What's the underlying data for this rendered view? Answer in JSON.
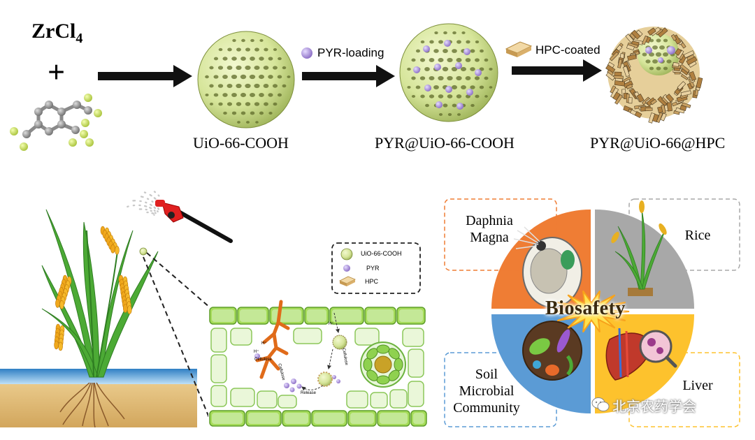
{
  "synthesis": {
    "reagent": "ZrCl",
    "reagent_sub": "4",
    "plus": "+",
    "step1_label": "PYR-loading",
    "step2_label": "HPC-coated",
    "stage1": "UiO-66-COOH",
    "stage2": "PYR@UiO-66-COOH",
    "stage3": "PYR@UiO-66@HPC"
  },
  "legend": {
    "items": [
      "UiO-66-COOH",
      "PYR",
      "HPC"
    ]
  },
  "cell_labels": {
    "h1": "H⁺",
    "h2": "H⁺",
    "h3": "H⁺",
    "cellulose1": "Cellulose",
    "cellulose2": "Cellulose",
    "cellulose3": "Cellulose",
    "release": "Release"
  },
  "biosafety": {
    "center": "Biosafety",
    "daphnia": "Daphnia Magna",
    "rice": "Rice",
    "soil": "Soil Microbial Community",
    "liver": "Liver"
  },
  "colors": {
    "sphere": "#d6e59a",
    "pyr": "#a98bd6",
    "hpc": "#d9b77a",
    "cell_green": "#9bd94f",
    "orange": "#ef7d34",
    "gray": "#a8a8a8",
    "blue": "#5b9bd5",
    "yellow": "#fdc22d"
  },
  "watermark": "北京农药学会"
}
